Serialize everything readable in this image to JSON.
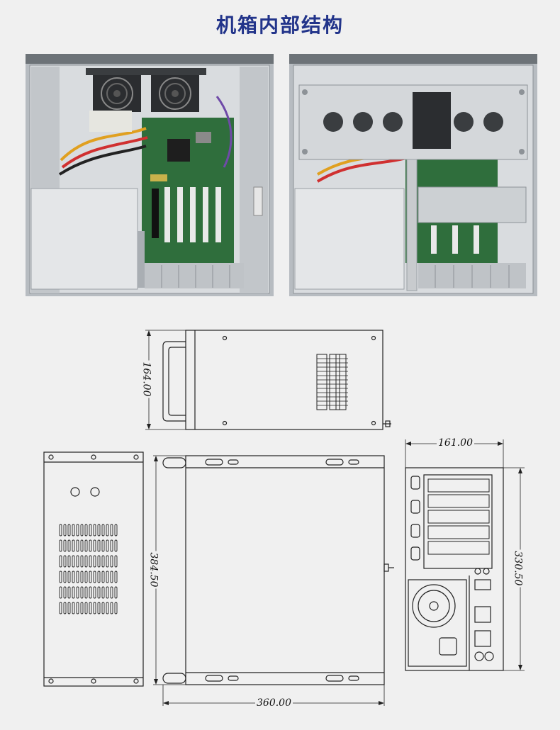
{
  "title": "机箱内部结构",
  "photos": [
    {
      "label": "chassis-interior-open"
    },
    {
      "label": "chassis-interior-with-bracket"
    }
  ],
  "dimensions": {
    "height": "164.00",
    "depth_side": "384.50",
    "length": "360.00",
    "width": "161.00",
    "rear_height": "330.50"
  },
  "colors": {
    "title": "#22348a",
    "pcb": "#2f6e3c",
    "chassis": "#c9ccd0",
    "line": "#222222"
  }
}
